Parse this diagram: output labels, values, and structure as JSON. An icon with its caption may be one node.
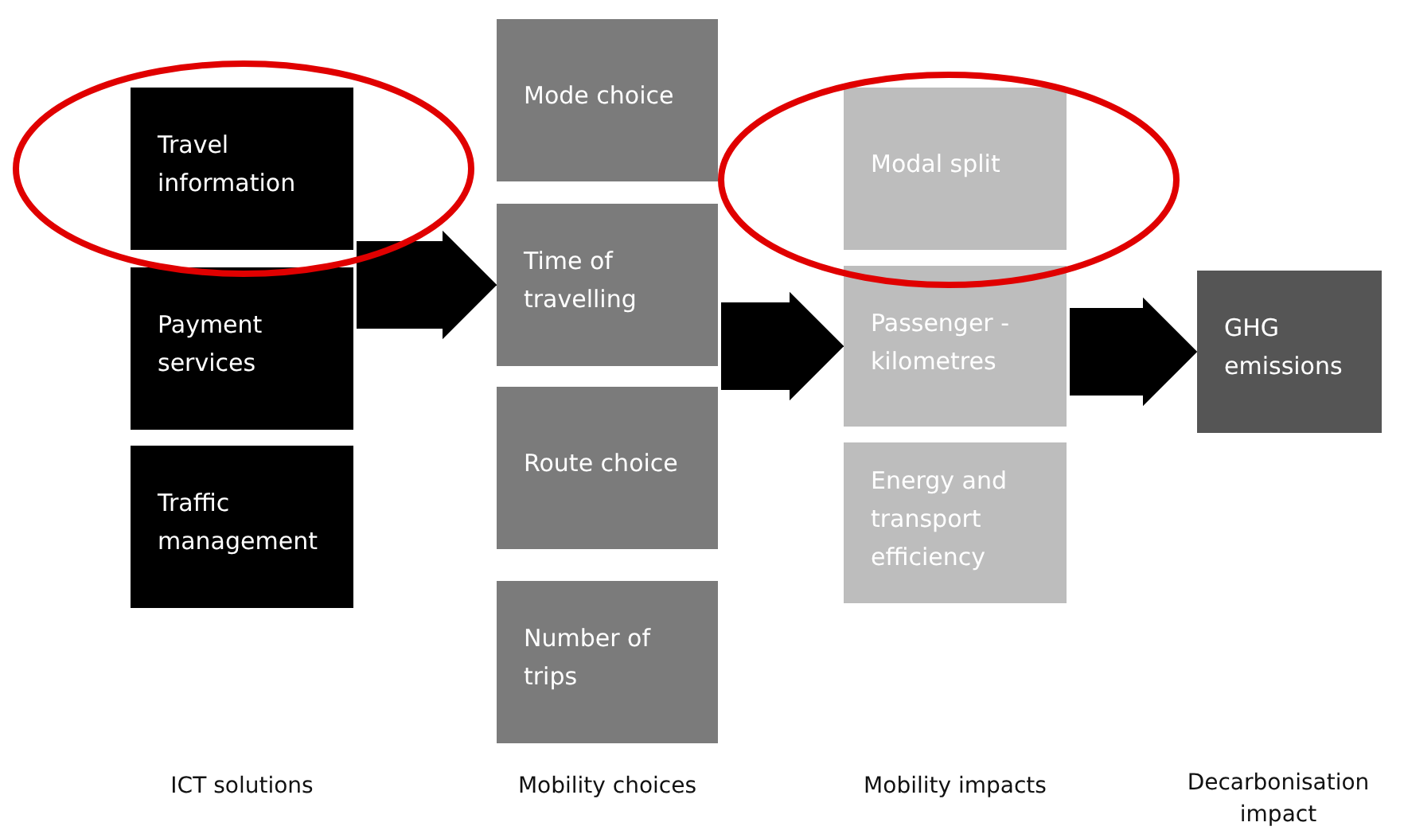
{
  "diagram": {
    "nodes": [
      {
        "text": [
          "Travel information"
        ]
      },
      {
        "text": [
          "Payment services"
        ]
      },
      {
        "text": [
          "Traffic management"
        ]
      },
      {
        "text": [
          "Mode choice"
        ]
      },
      {
        "text": [
          "Time of travelling"
        ]
      },
      {
        "text": [
          "Route choice"
        ]
      },
      {
        "text": [
          "Number of trips"
        ]
      },
      {
        "text": [
          "Modal split"
        ]
      },
      {
        "text": [
          "Passenger - kilometres"
        ]
      },
      {
        "text": [
          "Energy and transport efficiency"
        ]
      },
      {
        "text": [
          "GHG emissions"
        ]
      }
    ],
    "edges": [
      {
        "from": 1,
        "to": 4,
        "arrow": "to"
      },
      {
        "from": 4,
        "to": 8,
        "arrow": "to"
      },
      {
        "from": 8,
        "to": 10,
        "arrow": "to"
      }
    ],
    "labels": [
      "ICT solutions",
      "Mobility choices",
      "Mobility impacts",
      "Decarbonisation impact"
    ]
  }
}
